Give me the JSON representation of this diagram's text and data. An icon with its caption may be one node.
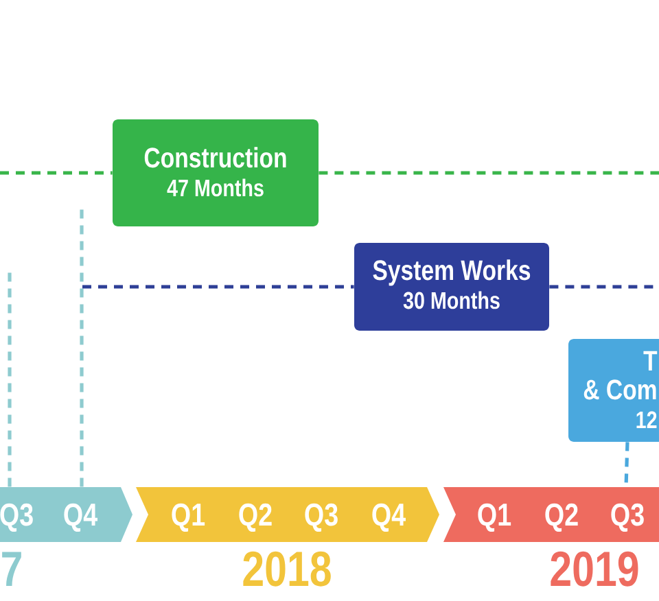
{
  "diagram": {
    "nodes": [
      {
        "text": [
          "Construction",
          "47 Months"
        ]
      },
      {
        "text": [
          "System Works",
          "30 Months"
        ]
      },
      {
        "text": [
          "T",
          "& Com",
          "12"
        ]
      },
      {
        "text": [],
        "shape": "bar",
        "beside": [
          "7"
        ]
      },
      {
        "text": [
          "Q3"
        ],
        "in": 3
      },
      {
        "text": [
          "Q4"
        ],
        "in": 3
      },
      {
        "text": [],
        "shape": "bar",
        "beside": [
          "2018"
        ]
      },
      {
        "text": [
          "Q1"
        ],
        "in": 6
      },
      {
        "text": [
          "Q2"
        ],
        "in": 6
      },
      {
        "text": [
          "Q3"
        ],
        "in": 6
      },
      {
        "text": [
          "Q4"
        ],
        "in": 6
      },
      {
        "text": [],
        "shape": "bar",
        "beside": [
          "2019"
        ]
      },
      {
        "text": [
          "Q1"
        ],
        "in": 11
      },
      {
        "text": [
          "Q2"
        ],
        "in": 11
      },
      {
        "text": [
          "Q3"
        ],
        "in": 11
      }
    ],
    "edges": [
      {
        "from": null,
        "to": 0,
        "arrow": "none",
        "style": "dashed",
        "color": "#39b54a"
      },
      {
        "from": 0,
        "to": null,
        "arrow": "none",
        "style": "dashed",
        "color": "#39b54a"
      },
      {
        "from": 4,
        "to": null,
        "arrow": "none",
        "style": "dashed",
        "color": "#8ecbcf"
      },
      {
        "from": 5,
        "to": null,
        "arrow": "none",
        "style": "dashed",
        "color": "#8ecbcf"
      },
      {
        "from": null,
        "to": 1,
        "arrow": "none",
        "style": "dashed",
        "color": "#2e3f96"
      },
      {
        "from": 1,
        "to": null,
        "arrow": "none",
        "style": "dashed",
        "color": "#2e3f96"
      },
      {
        "from": 2,
        "to": 14,
        "arrow": "none",
        "style": "dashed",
        "color": "#4aa8dd"
      }
    ]
  }
}
